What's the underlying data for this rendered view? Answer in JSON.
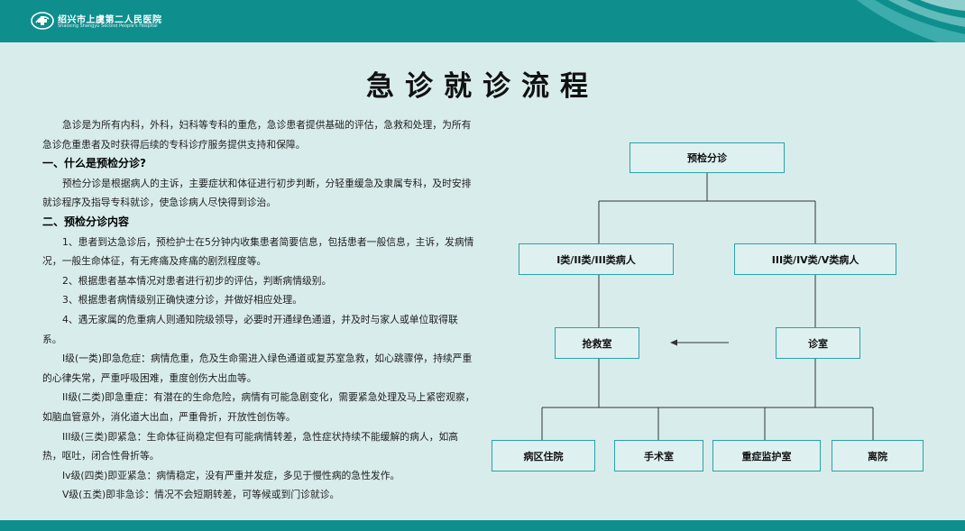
{
  "header": {
    "hospital_name_cn": "绍兴市上虞第二人民医院",
    "hospital_name_en": "Shaoxing Shangyu Second People's Hospital"
  },
  "title": "急诊就诊流程",
  "intro": "急诊是为所有内科，外科，妇科等专科的重危，急诊患者提供基础的评估，急救和处理，为所有急诊危重患者及时获得后续的专科诊疗服务提供支持和保障。",
  "section1": {
    "heading": "一、什么是预检分诊?",
    "body": "预检分诊是根据病人的主诉，主要症状和体征进行初步判断，分轻重缓急及隶属专科，及时安排就诊程序及指导专科就诊，使急诊病人尽快得到诊治。"
  },
  "section2": {
    "heading": "二、预检分诊内容",
    "items": [
      "1、患者到达急诊后，预检护士在5分钟内收集患者简要信息，包括患者一般信息，主诉，发病情况，一般生命体征，有无疼痛及疼痛的剧烈程度等。",
      "2、根据患者基本情况对患者进行初步的评估，判断病情级别。",
      "3、根据患者病情级别正确快速分诊，并做好相应处理。",
      "4、遇无家属的危重病人则通知院级领导，必要时开通绿色通道，并及时与家人或单位取得联系。",
      "I级(一类)即急危症：病情危重，危及生命需进入绿色通道或复苏室急救，如心跳骤停，持续严重的心律失常，严重呼吸困难，重度创伤大出血等。",
      "II级(二类)即急重症：有潜在的生命危险，病情有可能急剧变化，需要紧急处理及马上紧密观察，如脑血管意外，消化道大出血，严重骨折，开放性创伤等。",
      "III级(三类)即紧急：生命体征尚稳定但有可能病情转差，急性症状持续不能缓解的病人，如高热，呕吐，闭合性骨折等。",
      "Iv级(四类)即亚紧急：病情稳定，没有严重并发症，多见于慢性病的急性发作。",
      "V级(五类)即非急诊：情况不会短期转差，可等候或到门诊就诊。"
    ]
  },
  "flowchart": {
    "root": "预检分诊",
    "left_branch": "I类/II类/III类病人",
    "right_branch": "III类/IV类/V类病人",
    "rescue_room": "抢救室",
    "clinic_room": "诊室",
    "outcomes": [
      "病区住院",
      "手术室",
      "重症监护室",
      "离院"
    ]
  },
  "colors": {
    "brand": "#0e8f8e",
    "background": "#d9ecec",
    "box_border": "#2aa3a6"
  }
}
